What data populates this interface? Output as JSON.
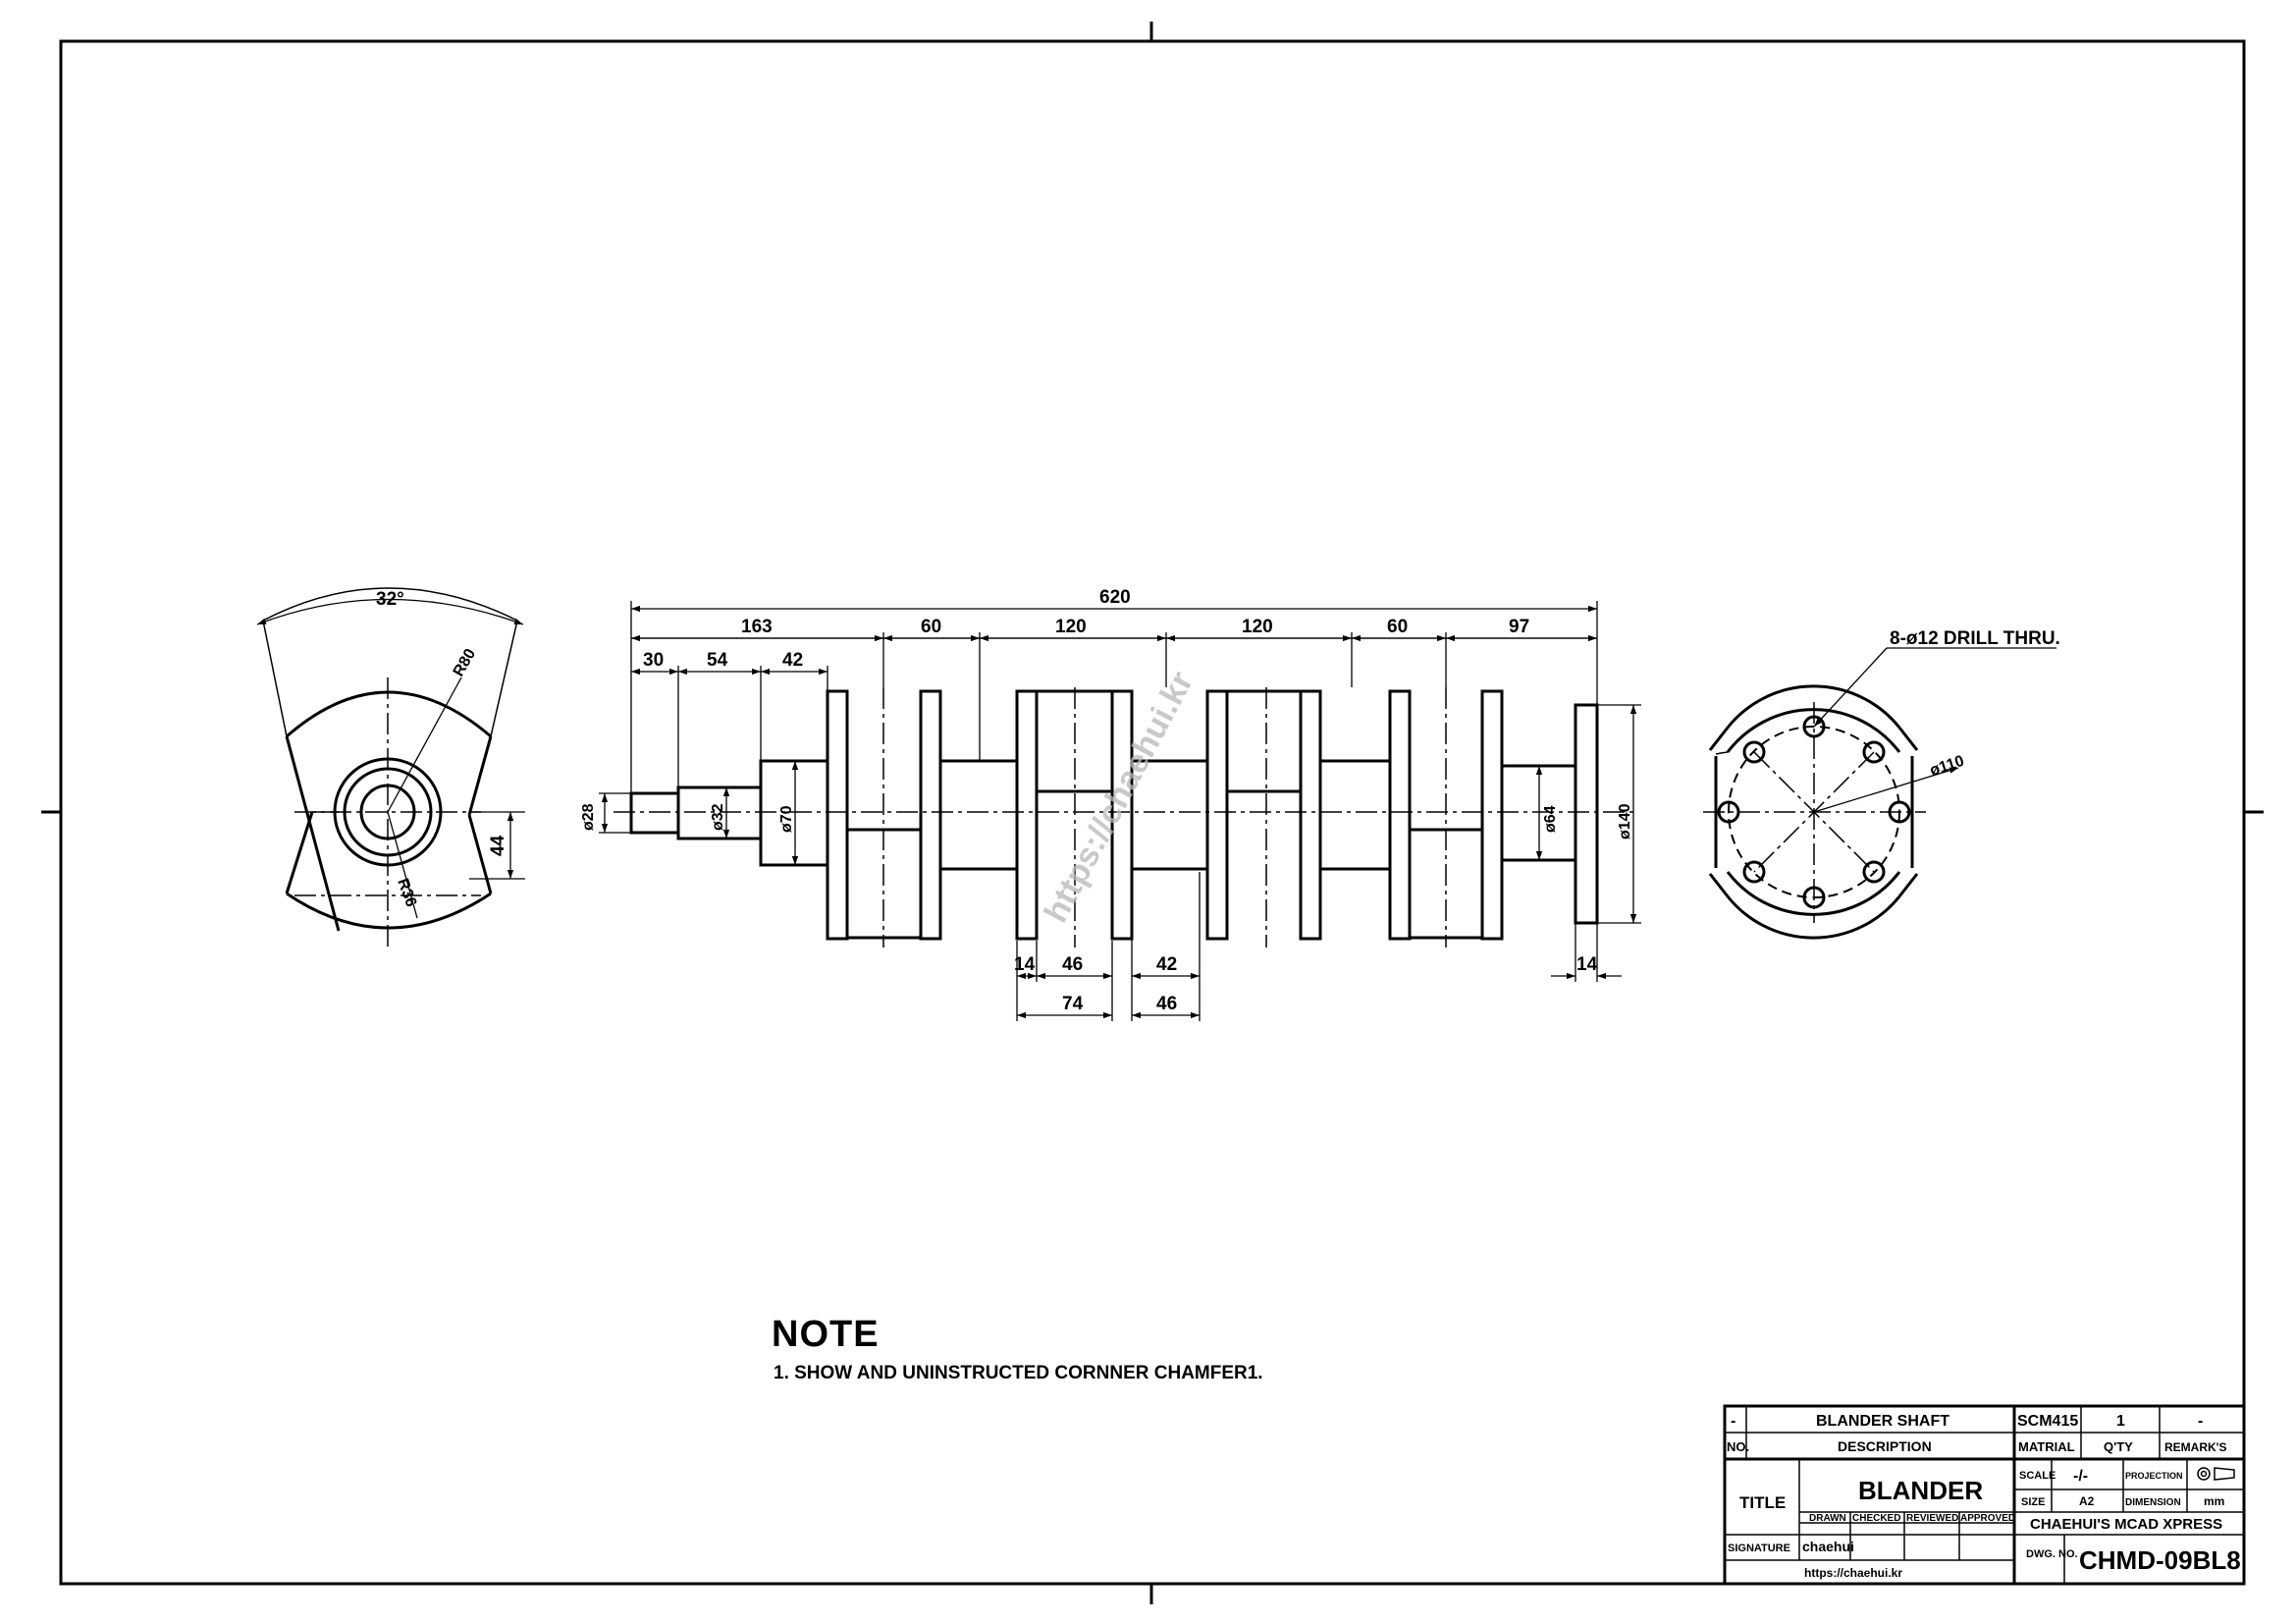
{
  "drawing": {
    "notes": {
      "title": "NOTE",
      "items": [
        "1. SHOW AND UNINSTRUCTED CORNNER CHAMFER1."
      ]
    },
    "watermark": "https://chaehui.kr",
    "left_view": {
      "angle": "32°",
      "radius_outer": "R80",
      "radius_inner": "R36",
      "offset": "44"
    },
    "front_view": {
      "overall": "620",
      "row2": [
        "163",
        "60",
        "120",
        "120",
        "60",
        "97"
      ],
      "row3": [
        "30",
        "54",
        "42"
      ],
      "bottom1": [
        "14",
        "46",
        "42"
      ],
      "bottom2": [
        "74",
        "46"
      ],
      "bottom_right": "14",
      "diameters": [
        "ø28",
        "ø32",
        "ø70",
        "ø64",
        "ø140"
      ]
    },
    "right_view": {
      "holes": "8-ø12 DRILL THRU.",
      "pcd": "ø110"
    }
  },
  "title_block": {
    "part_row": {
      "no": "-",
      "description": "BLANDER SHAFT",
      "material": "SCM415",
      "qty": "1",
      "remarks": "-"
    },
    "header_row": {
      "no": "NO.",
      "description": "DESCRIPTION",
      "material": "MATRIAL",
      "qty": "Q'TY",
      "remarks": "REMARK'S"
    },
    "title_label": "TITLE",
    "title": "BLANDER",
    "scale_label": "SCALE",
    "scale": "-/-",
    "projection_label": "PROJECTION",
    "size_label": "SIZE",
    "size": "A2",
    "dimension_label": "DIMENSION",
    "dimension": "mm",
    "roles": [
      "DRAWN",
      "CHECKED",
      "REVIEWED",
      "APPROVED"
    ],
    "company": "CHAEHUI'S MCAD XPRESS",
    "signature_label": "SIGNATURE",
    "signature": "chaehui",
    "url": "https://chaehui.kr",
    "dwg_no_label": "DWG. NO.",
    "dwg_no": "CHMD-09BL8"
  }
}
